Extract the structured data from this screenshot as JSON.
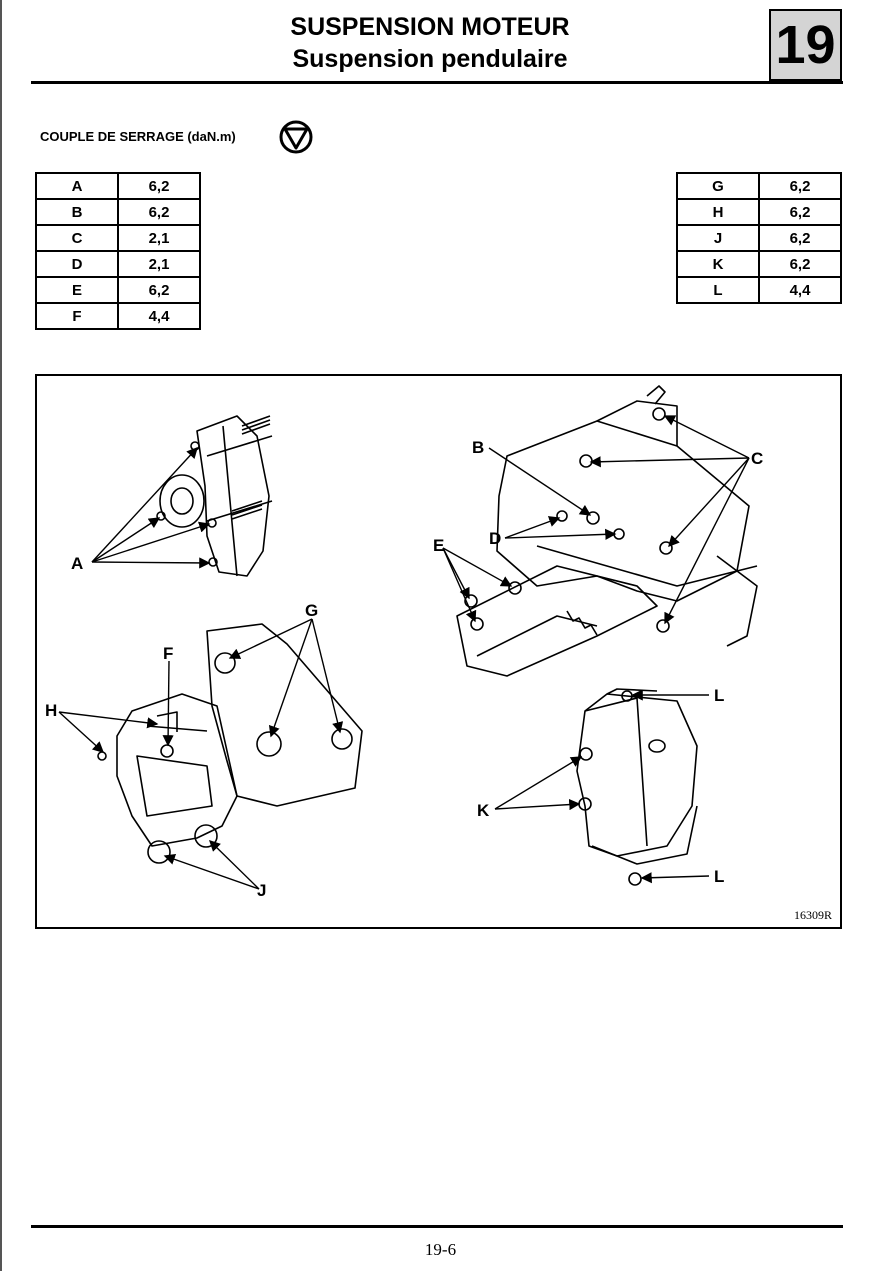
{
  "header": {
    "title": "SUSPENSION MOTEUR",
    "subtitle": "Suspension pendulaire",
    "chapter_number": "19"
  },
  "torque": {
    "label": "COUPLE DE SERRAGE (daN.m)",
    "icon": "torque-wrench-icon"
  },
  "table_left": [
    {
      "key": "A",
      "value": "6,2"
    },
    {
      "key": "B",
      "value": "6,2"
    },
    {
      "key": "C",
      "value": "2,1"
    },
    {
      "key": "D",
      "value": "2,1"
    },
    {
      "key": "E",
      "value": "6,2"
    },
    {
      "key": "F",
      "value": "4,4"
    }
  ],
  "table_right": [
    {
      "key": "G",
      "value": "6,2"
    },
    {
      "key": "H",
      "value": "6,2"
    },
    {
      "key": "J",
      "value": "6,2"
    },
    {
      "key": "K",
      "value": "6,2"
    },
    {
      "key": "L",
      "value": "4,4"
    }
  ],
  "figure": {
    "callouts": {
      "A": "A",
      "B": "B",
      "C": "C",
      "D": "D",
      "E": "E",
      "F": "F",
      "G": "G",
      "H": "H",
      "J": "J",
      "K": "K",
      "L1": "L",
      "L2": "L"
    },
    "reference": "16309R"
  },
  "footer": {
    "page_number": "19-6"
  }
}
